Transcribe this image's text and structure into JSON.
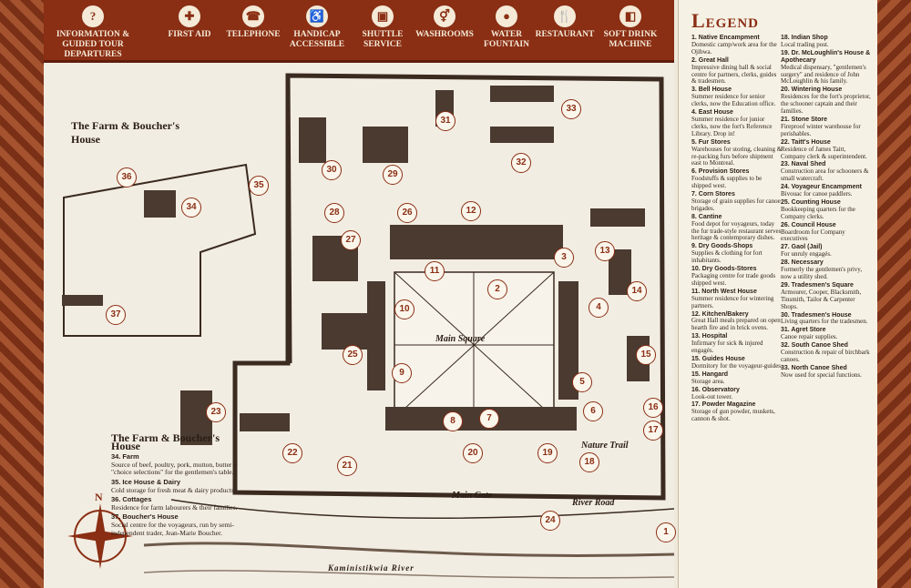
{
  "amenities": [
    {
      "label": "Information & Guided Tour Departures",
      "icon": "?",
      "name": "information-icon"
    },
    {
      "label": "First Aid",
      "icon": "✚",
      "name": "first-aid-icon"
    },
    {
      "label": "Telephone",
      "icon": "☎",
      "name": "telephone-icon"
    },
    {
      "label": "Handicap Accessible",
      "icon": "♿",
      "name": "handicap-icon"
    },
    {
      "label": "Shuttle Service",
      "icon": "▣",
      "name": "shuttle-icon"
    },
    {
      "label": "Washrooms",
      "icon": "⚥",
      "name": "washroom-icon"
    },
    {
      "label": "Water Fountain",
      "icon": "●",
      "name": "water-fountain-icon"
    },
    {
      "label": "Restaurant",
      "icon": "🍴",
      "name": "restaurant-icon"
    },
    {
      "label": "Soft Drink Machine",
      "icon": "◧",
      "name": "soft-drink-icon"
    }
  ],
  "legend_title": "Legend",
  "legend_items": [
    {
      "n": "1.",
      "name": "Native Encampment",
      "desc": "Domestic camp/work area for the Ojibwa."
    },
    {
      "n": "2.",
      "name": "Great Hall",
      "desc": "Impressive dining hall & social centre for partners, clerks, guides & tradesmen."
    },
    {
      "n": "3.",
      "name": "Bell House",
      "desc": "Summer residence for senior clerks, now the Education office."
    },
    {
      "n": "4.",
      "name": "East House",
      "desc": "Summer residence for junior clerks, now the fort's Reference Library. Drop in!"
    },
    {
      "n": "5.",
      "name": "Fur Stores",
      "desc": "Warehouses for storing, cleaning & re-packing furs before shipment east to Montreal."
    },
    {
      "n": "6.",
      "name": "Provision Stores",
      "desc": "Foodstuffs & supplies to be shipped west."
    },
    {
      "n": "7.",
      "name": "Corn Stores",
      "desc": "Storage of grain supplies for canoe brigades."
    },
    {
      "n": "8.",
      "name": "Cantine",
      "desc": "Food depot for voyageurs, today the fur trade-style restaurant serves heritage & contemporary dishes."
    },
    {
      "n": "9.",
      "name": "Dry Goods-Shops",
      "desc": "Supplies & clothing for fort inhabitants."
    },
    {
      "n": "10.",
      "name": "Dry Goods-Stores",
      "desc": "Packaging centre for trade goods shipped west."
    },
    {
      "n": "11.",
      "name": "North West House",
      "desc": "Summer residence for wintering partners."
    },
    {
      "n": "12.",
      "name": "Kitchen/Bakery",
      "desc": "Great Hall meals prepared on open hearth fire and in brick ovens."
    },
    {
      "n": "13.",
      "name": "Hospital",
      "desc": "Infirmary for sick & injured engagés."
    },
    {
      "n": "15.",
      "name": "Guides House",
      "desc": "Dormitory for the voyageur-guides."
    },
    {
      "n": "15.",
      "name": "Hangard",
      "desc": "Storage area."
    },
    {
      "n": "16.",
      "name": "Observatory",
      "desc": "Look-out tower."
    },
    {
      "n": "17.",
      "name": "Powder Magazine",
      "desc": "Storage of gun powder, muskets, cannon & shot."
    },
    {
      "n": "18.",
      "name": "Indian Shop",
      "desc": "Local trading post."
    },
    {
      "n": "19.",
      "name": "Dr. McLoughlin's House & Apothecary",
      "desc": "Medical dispensary, \"gentlemen's surgery\" and residence of John McLoughlin & his family."
    },
    {
      "n": "20.",
      "name": "Wintering House",
      "desc": "Residences for the fort's proprietor, the schooner captain and their families."
    },
    {
      "n": "21.",
      "name": "Stone Store",
      "desc": "Fireproof winter warehouse for perishables."
    },
    {
      "n": "22.",
      "name": "Taitt's House",
      "desc": "Residence of James Taitt, Company clerk & superintendent."
    },
    {
      "n": "23.",
      "name": "Naval Shed",
      "desc": "Construction area for schooners & small watercraft."
    },
    {
      "n": "24.",
      "name": "Voyageur Encampment",
      "desc": "Bivouac for canoe paddlers."
    },
    {
      "n": "25.",
      "name": "Counting House",
      "desc": "Bookkeeping quarters for the Company clerks."
    },
    {
      "n": "26.",
      "name": "Council House",
      "desc": "Boardroom for Company executives"
    },
    {
      "n": "27.",
      "name": "Gaol (Jail)",
      "desc": "For unruly engagés."
    },
    {
      "n": "28.",
      "name": "Necessary",
      "desc": "Formerly the gentlemen's privy, now a utility shed."
    },
    {
      "n": "29.",
      "name": "Tradesmen's Square",
      "desc": "Armourer, Cooper, Blacksmith, Tinsmith, Tailor & Carpenter Shops."
    },
    {
      "n": "30.",
      "name": "Tradesmen's House",
      "desc": "Living quarters for the tradesmen."
    },
    {
      "n": "31.",
      "name": "Agret Store",
      "desc": "Canoe repair supplies."
    },
    {
      "n": "32.",
      "name": "South Canoe Shed",
      "desc": "Construction & repair of birchbark canoes."
    },
    {
      "n": "33.",
      "name": "North Canoe Shed",
      "desc": "Now used for special functions."
    }
  ],
  "farm_title_top": "The Farm & Boucher's House",
  "farm_title": "The Farm & Boucher's House",
  "farm_items": [
    {
      "n": "34.",
      "name": "Farm",
      "desc": "Source of beef, poultry, pork, mutton, butter – \"choice selections\" for the gentlemen's table."
    },
    {
      "n": "35.",
      "name": "Ice House & Dairy",
      "desc": "Cold storage for fresh meat & dairy products."
    },
    {
      "n": "36.",
      "name": "Cottages",
      "desc": "Residence for farm labourers & their families."
    },
    {
      "n": "37.",
      "name": "Boucher's House",
      "desc": "Social centre for the voyageurs, run by semi-independent trader, Jean-Marie Boucher."
    }
  ],
  "map_labels": {
    "main_square": "Main Square",
    "main_gate": "Main Gate",
    "river": "Kaministikwia River",
    "nature_trail": "Nature Trail",
    "river_road": "River Road",
    "compass": "N"
  },
  "markers": [
    "1",
    "2",
    "3",
    "4",
    "5",
    "6",
    "7",
    "8",
    "9",
    "10",
    "11",
    "12",
    "13",
    "14",
    "15",
    "16",
    "17",
    "18",
    "19",
    "20",
    "21",
    "22",
    "23",
    "24",
    "25",
    "26",
    "27",
    "28",
    "29",
    "30",
    "31",
    "32",
    "33",
    "34",
    "35",
    "36",
    "37"
  ]
}
